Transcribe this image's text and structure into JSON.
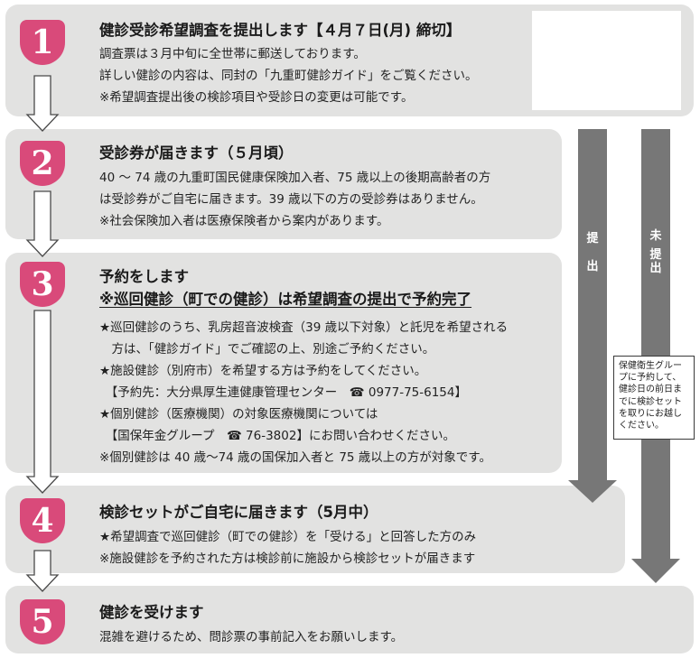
{
  "steps": [
    {
      "number": "1",
      "title": "健診受診希望調査を提出します【４月７日(月) 締切】",
      "lines": [
        "調査票は３月中旬に全世帯に郵送しております。",
        "詳しい健診の内容は、同封の「九重町健診ガイド」をご覧ください。",
        "※希望調査提出後の検診項目や受診日の変更は可能です。"
      ]
    },
    {
      "number": "2",
      "title": "受診券が届きます（５月頃）",
      "lines": [
        "40 ～ 74 歳の九重町国民健康保険加入者、75 歳以上の後期高齢者の方",
        "は受診券がご自宅に届きます。39 歳以下の方の受診券はありません。",
        "※社会保険加入者は医療保険者から案内があります。"
      ]
    },
    {
      "number": "3",
      "title": "予約をします",
      "subtitle": "※巡回健診（町での健診）は希望調査の提出で予約完了",
      "lines": [
        "★巡回健診のうち、乳房超音波検査（39 歳以下対象）と託児を希望される",
        "　方は、「健診ガイド」でご確認の上、別途ご予約ください。",
        "★施設健診（別府市）を希望する方は予約をしてください。",
        "　【予約先：大分県厚生連健康管理センター　☎ 0977-75-6154】",
        "★個別健診（医療機関）の対象医療機関については",
        "　【国保年金グループ　☎ 76-3802】にお問い合わせください。",
        "※個別健診は 40 歳～74 歳の国保加入者と 75 歳以上の方が対象です。"
      ]
    },
    {
      "number": "4",
      "title": "検診セットがご自宅に届きます（5月中）",
      "lines": [
        "★希望調査で巡回健診（町での健診）を「受ける」と回答した方のみ",
        "※施設健診を予約された方は検診前に施設から検診セットが届きます"
      ]
    },
    {
      "number": "5",
      "title": "健診を受けます",
      "lines": [
        "混雑を避けるため、問診票の事前記入をお願いします。"
      ]
    }
  ],
  "branches": {
    "submitted": [
      "提",
      "出"
    ],
    "not_submitted": [
      "未",
      "提",
      "出"
    ]
  },
  "note_lines": [
    "保健衛生グルー",
    "プに予約して、",
    "健診日の前日ま",
    "でに検診セット",
    "を取りにお越し",
    "ください。"
  ],
  "colors": {
    "badge": "#d94a7a",
    "panel": "#e2e2e1",
    "arrow": "#777777"
  }
}
